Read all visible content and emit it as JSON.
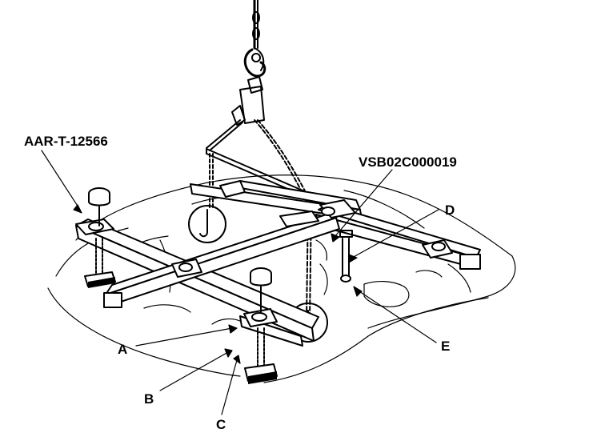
{
  "diagram": {
    "labels": {
      "tool_number": "AAR-T-12566",
      "figure_code": "VSB02C000019",
      "a": "A",
      "b": "B",
      "c": "C",
      "d": "D",
      "e": "E"
    },
    "colors": {
      "line": "#000000",
      "background": "#ffffff"
    }
  }
}
